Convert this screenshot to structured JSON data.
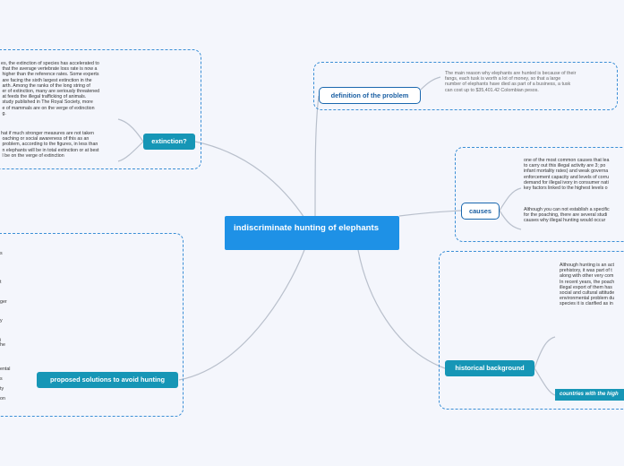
{
  "central": {
    "title": "indiscriminate hunting of elephants"
  },
  "branches": {
    "extinction": {
      "label": "extinction?",
      "text1": "es, the extinction of species has accelerated to\n that the average vertebrate loss rate is now a\n higher than the reference rates. Some experts\n are facing the sixth largest extinction in the\n arth. Among the ranks of the long string of\n er of extinction, many are seriously threatened\n at feeds the illegal trafficking of animals.\n study published in The Royal Society, more\n e of mammals are on the verge of extinction\n g.",
      "text2": "hat if much stronger measures are not taken\n oaching or social awareness of this as an\n problem, according to the figures, in less than\n n elephants will be in total extinction or at best\n l be on the verge of extinction"
    },
    "definition": {
      "label": "definition of the problem",
      "text": "The main reason why elephants are hunted is because of their\nfangs, each tusk is worth a lot of money, so that a large\nnumber of elephants have died as part of a business, a tusk\ncan cost up to $35,401.42 Colombian pesos."
    },
    "causes": {
      "label": "causes",
      "text1": "one of the most common causes that lea\nto carry out this illegal activity are 3; po\ninfant mortality rates) and weak governa\nenforcement capacity and levels of corru\ndemand for illegal ivory in consumer nati\nkey factors linked to the highest levels o",
      "text2": "Although you can not establish a specific\nfor the poaching, there are several studi\ncauses why illegal hunting would occur"
    },
    "historical": {
      "label": "historical background",
      "text": "Although hunting is an act\nprehistory, it was part of t\nalong with other very com\nIn recent years, the poach\nillegal export of them has\nsocial and cultural attitude\nenvironmental problem du\nspecies it is clarified as in",
      "sub_label": "countries with the high"
    },
    "solutions": {
      "label": "proposed solutions to avoid hunting",
      "fragments": [
        "s",
        "",
        "",
        "",
        "",
        "",
        "t",
        "",
        "",
        "",
        "ger",
        "",
        "",
        "",
        "y",
        "",
        "",
        "",
        "i",
        "he",
        "",
        "",
        "",
        "",
        "ental",
        "",
        "s",
        "",
        "ty",
        "",
        "on",
        "",
        ""
      ]
    }
  },
  "colors": {
    "central": "#1e91e6",
    "teal": "#1696b6",
    "outline": "#1a67ae",
    "dashed": "#3b8fd6",
    "link": "#b9c0cc"
  }
}
